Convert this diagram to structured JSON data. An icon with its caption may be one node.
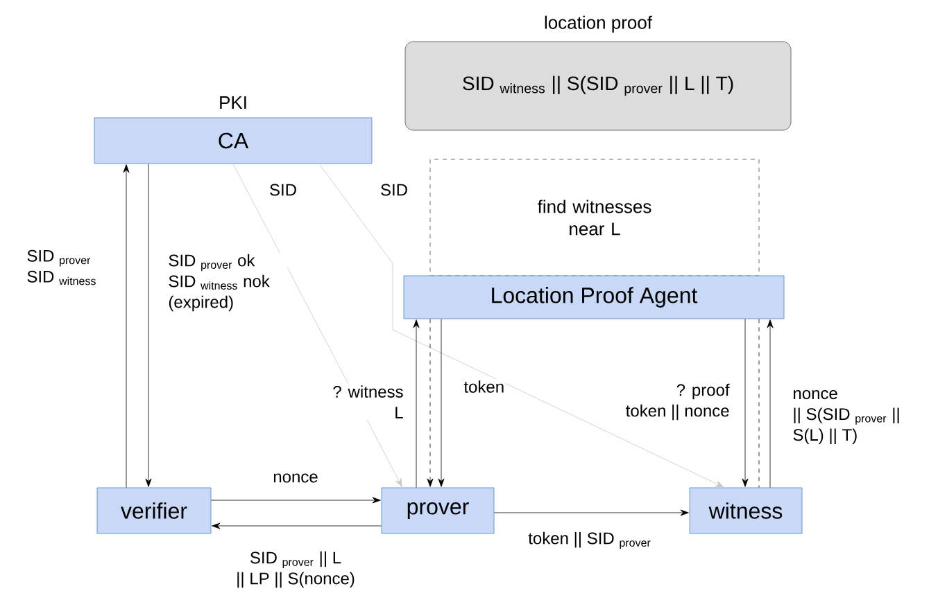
{
  "diagram": {
    "nodes": [
      {
        "text": [
          "location proof",
          "SID $_{witness}$ || S(SID $_{prover}$ || L || T)"
        ]
      },
      {
        "text": [
          "PKI",
          "CA"
        ]
      },
      {
        "text": [
          "find witnesses near L"
        ]
      },
      {
        "text": [
          "Location Proof Agent"
        ]
      },
      {
        "text": [
          "verifier"
        ]
      },
      {
        "text": [
          "prover"
        ]
      },
      {
        "text": [
          "witness"
        ]
      }
    ],
    "edges": [
      {
        "from": 1,
        "to": 5,
        "arrow": "to",
        "label": "SID",
        "color": "#c8c8c8"
      },
      {
        "from": 1,
        "to": 6,
        "arrow": "to",
        "label": "SID",
        "color": "#c8c8c8"
      },
      {
        "from": 4,
        "to": 1,
        "arrow": "to",
        "label": "SID $_{prover}$ SID $_{witness}$"
      },
      {
        "from": 1,
        "to": 4,
        "arrow": "to",
        "label": "SID $_{prover}$ ok SID $_{witness}$ nok (expired)"
      },
      {
        "from": 5,
        "to": 3,
        "arrow": "to",
        "label": "? witness L"
      },
      {
        "from": 3,
        "to": 5,
        "arrow": "to",
        "label": "token"
      },
      {
        "from": 3,
        "to": 5,
        "arrow": "to",
        "style": "dashed"
      },
      {
        "from": 3,
        "to": 6,
        "arrow": "none",
        "style": "dashed"
      },
      {
        "from": 3,
        "to": 6,
        "arrow": "to",
        "label": "? proof token || nonce"
      },
      {
        "from": 6,
        "to": 3,
        "arrow": "to",
        "label": "nonce || S(SID $_{prover}$ || S(L) || T)"
      },
      {
        "from": 4,
        "to": 5,
        "arrow": "to",
        "label": "nonce"
      },
      {
        "from": 5,
        "to": 4,
        "arrow": "to",
        "label": "SID $_{prover}$ || L || LP || S(nonce)"
      },
      {
        "from": 5,
        "to": 6,
        "arrow": "to",
        "label": "token || SID $_{prover}$"
      }
    ]
  }
}
